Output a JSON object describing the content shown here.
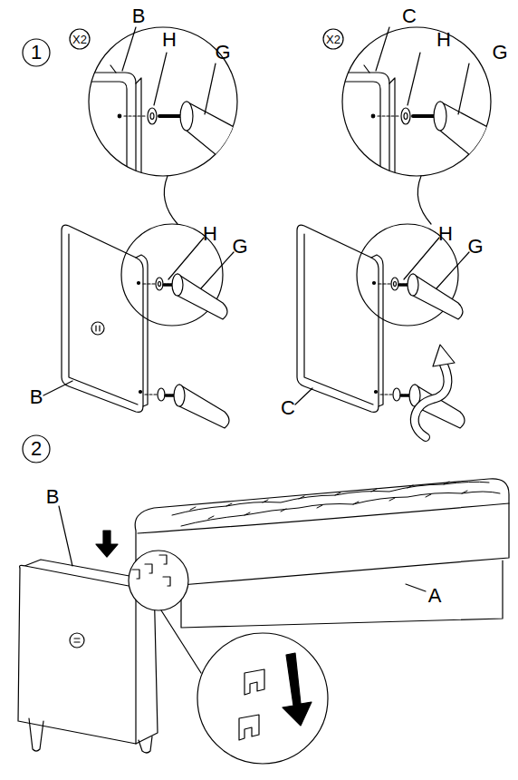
{
  "diagram": {
    "labels": [
      "1",
      "X2",
      "B",
      "H",
      "G",
      "X2",
      "C",
      "H",
      "G",
      "H",
      "G",
      "B",
      "H",
      "G",
      "C",
      "2",
      "B",
      "A"
    ]
  }
}
